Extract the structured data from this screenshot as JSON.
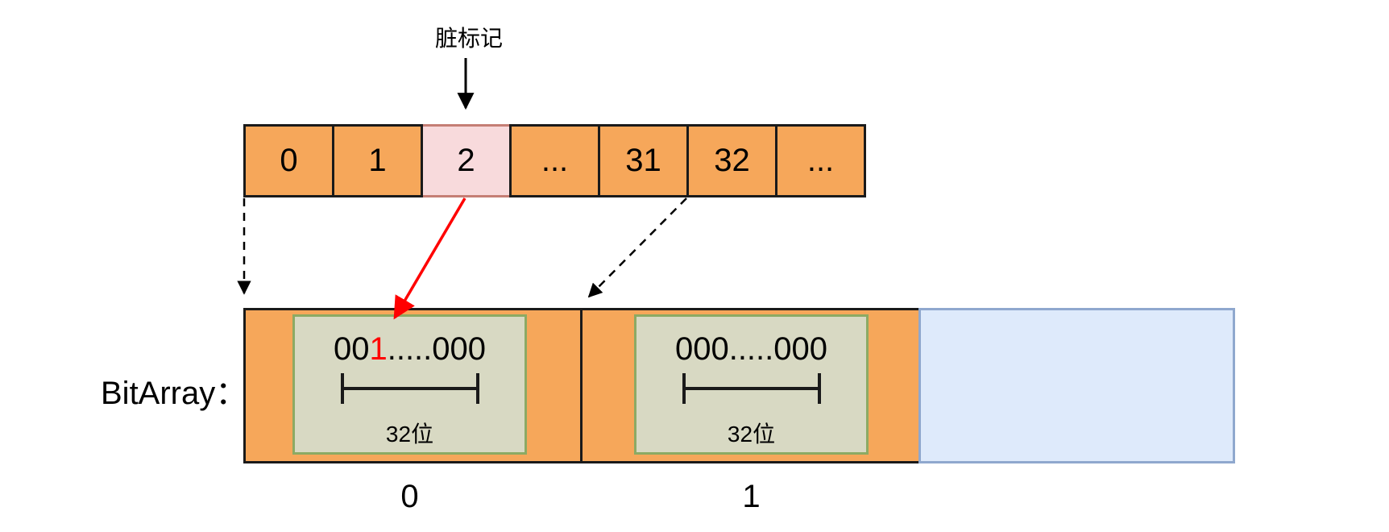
{
  "dirty_mark_label": "脏标记",
  "top_row": {
    "cells": [
      {
        "label": "0",
        "highlighted": false
      },
      {
        "label": "1",
        "highlighted": false
      },
      {
        "label": "2",
        "highlighted": true
      },
      {
        "label": "...",
        "highlighted": false
      },
      {
        "label": "31",
        "highlighted": false
      },
      {
        "label": "32",
        "highlighted": false
      },
      {
        "label": "...",
        "highlighted": false
      }
    ]
  },
  "bitarray": {
    "label": "BitArray：",
    "words": [
      {
        "bits_prefix": "00",
        "dirty_bit": "1",
        "bits_suffix": ".....000",
        "width_label": "32位",
        "index_label": "0"
      },
      {
        "bits_prefix": "000.....000",
        "dirty_bit": "",
        "bits_suffix": "",
        "width_label": "32位",
        "index_label": "1"
      }
    ]
  },
  "colors": {
    "cell_fill": "#F6A75A",
    "cell_border": "#1A1A1A",
    "highlight_fill": "#F8DADC",
    "highlight_border": "#C57E75",
    "bits_box_fill": "#D8D9C3",
    "bits_box_border": "#8CAA64",
    "unused_fill": "#DEEAFB",
    "unused_border": "#8FA8CE",
    "dirty_accent": "#FF0000"
  }
}
